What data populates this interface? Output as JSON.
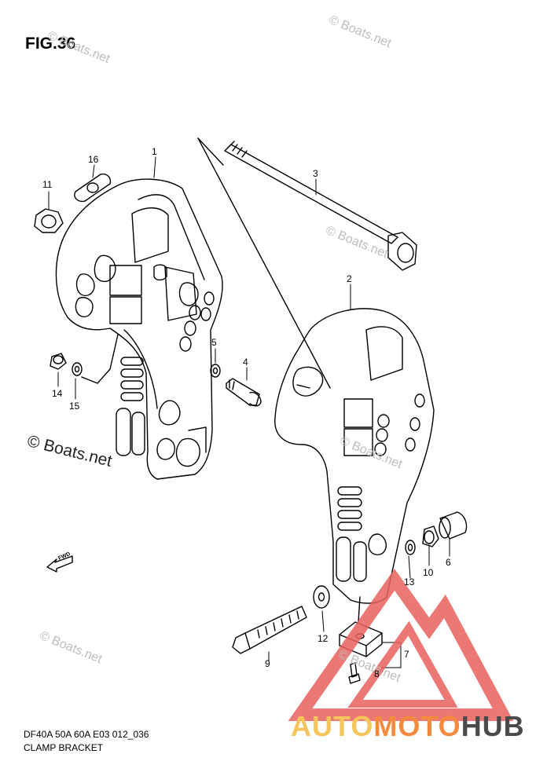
{
  "figure": {
    "title": "FIG.36"
  },
  "caption": {
    "line1": "DF40A 50A 60A E03 012_036",
    "line2": "CLAMP BRACKET"
  },
  "fwd_label": "FWD",
  "callouts": {
    "p1": "1",
    "p2": "2",
    "p3": "3",
    "p4": "4",
    "p5": "5",
    "p6": "6",
    "p7": "7",
    "p8": "8",
    "p9": "9",
    "p10": "10",
    "p11": "11",
    "p12": "12",
    "p13": "13",
    "p14": "14",
    "p15": "15",
    "p16": "16"
  },
  "watermarks": {
    "main": "© Boats.net",
    "faint": "© Boats.net"
  },
  "brand": {
    "part1": "AUTO",
    "part2": "MOTO",
    "part3": "HUB"
  },
  "colors": {
    "line": "#000000",
    "watermark": "#bdbdbd",
    "logo_red": "#e8615e",
    "logo_yellow": "#f5c45a",
    "logo_orange": "#f48a3d",
    "logo_dark": "#4a4a4a"
  }
}
